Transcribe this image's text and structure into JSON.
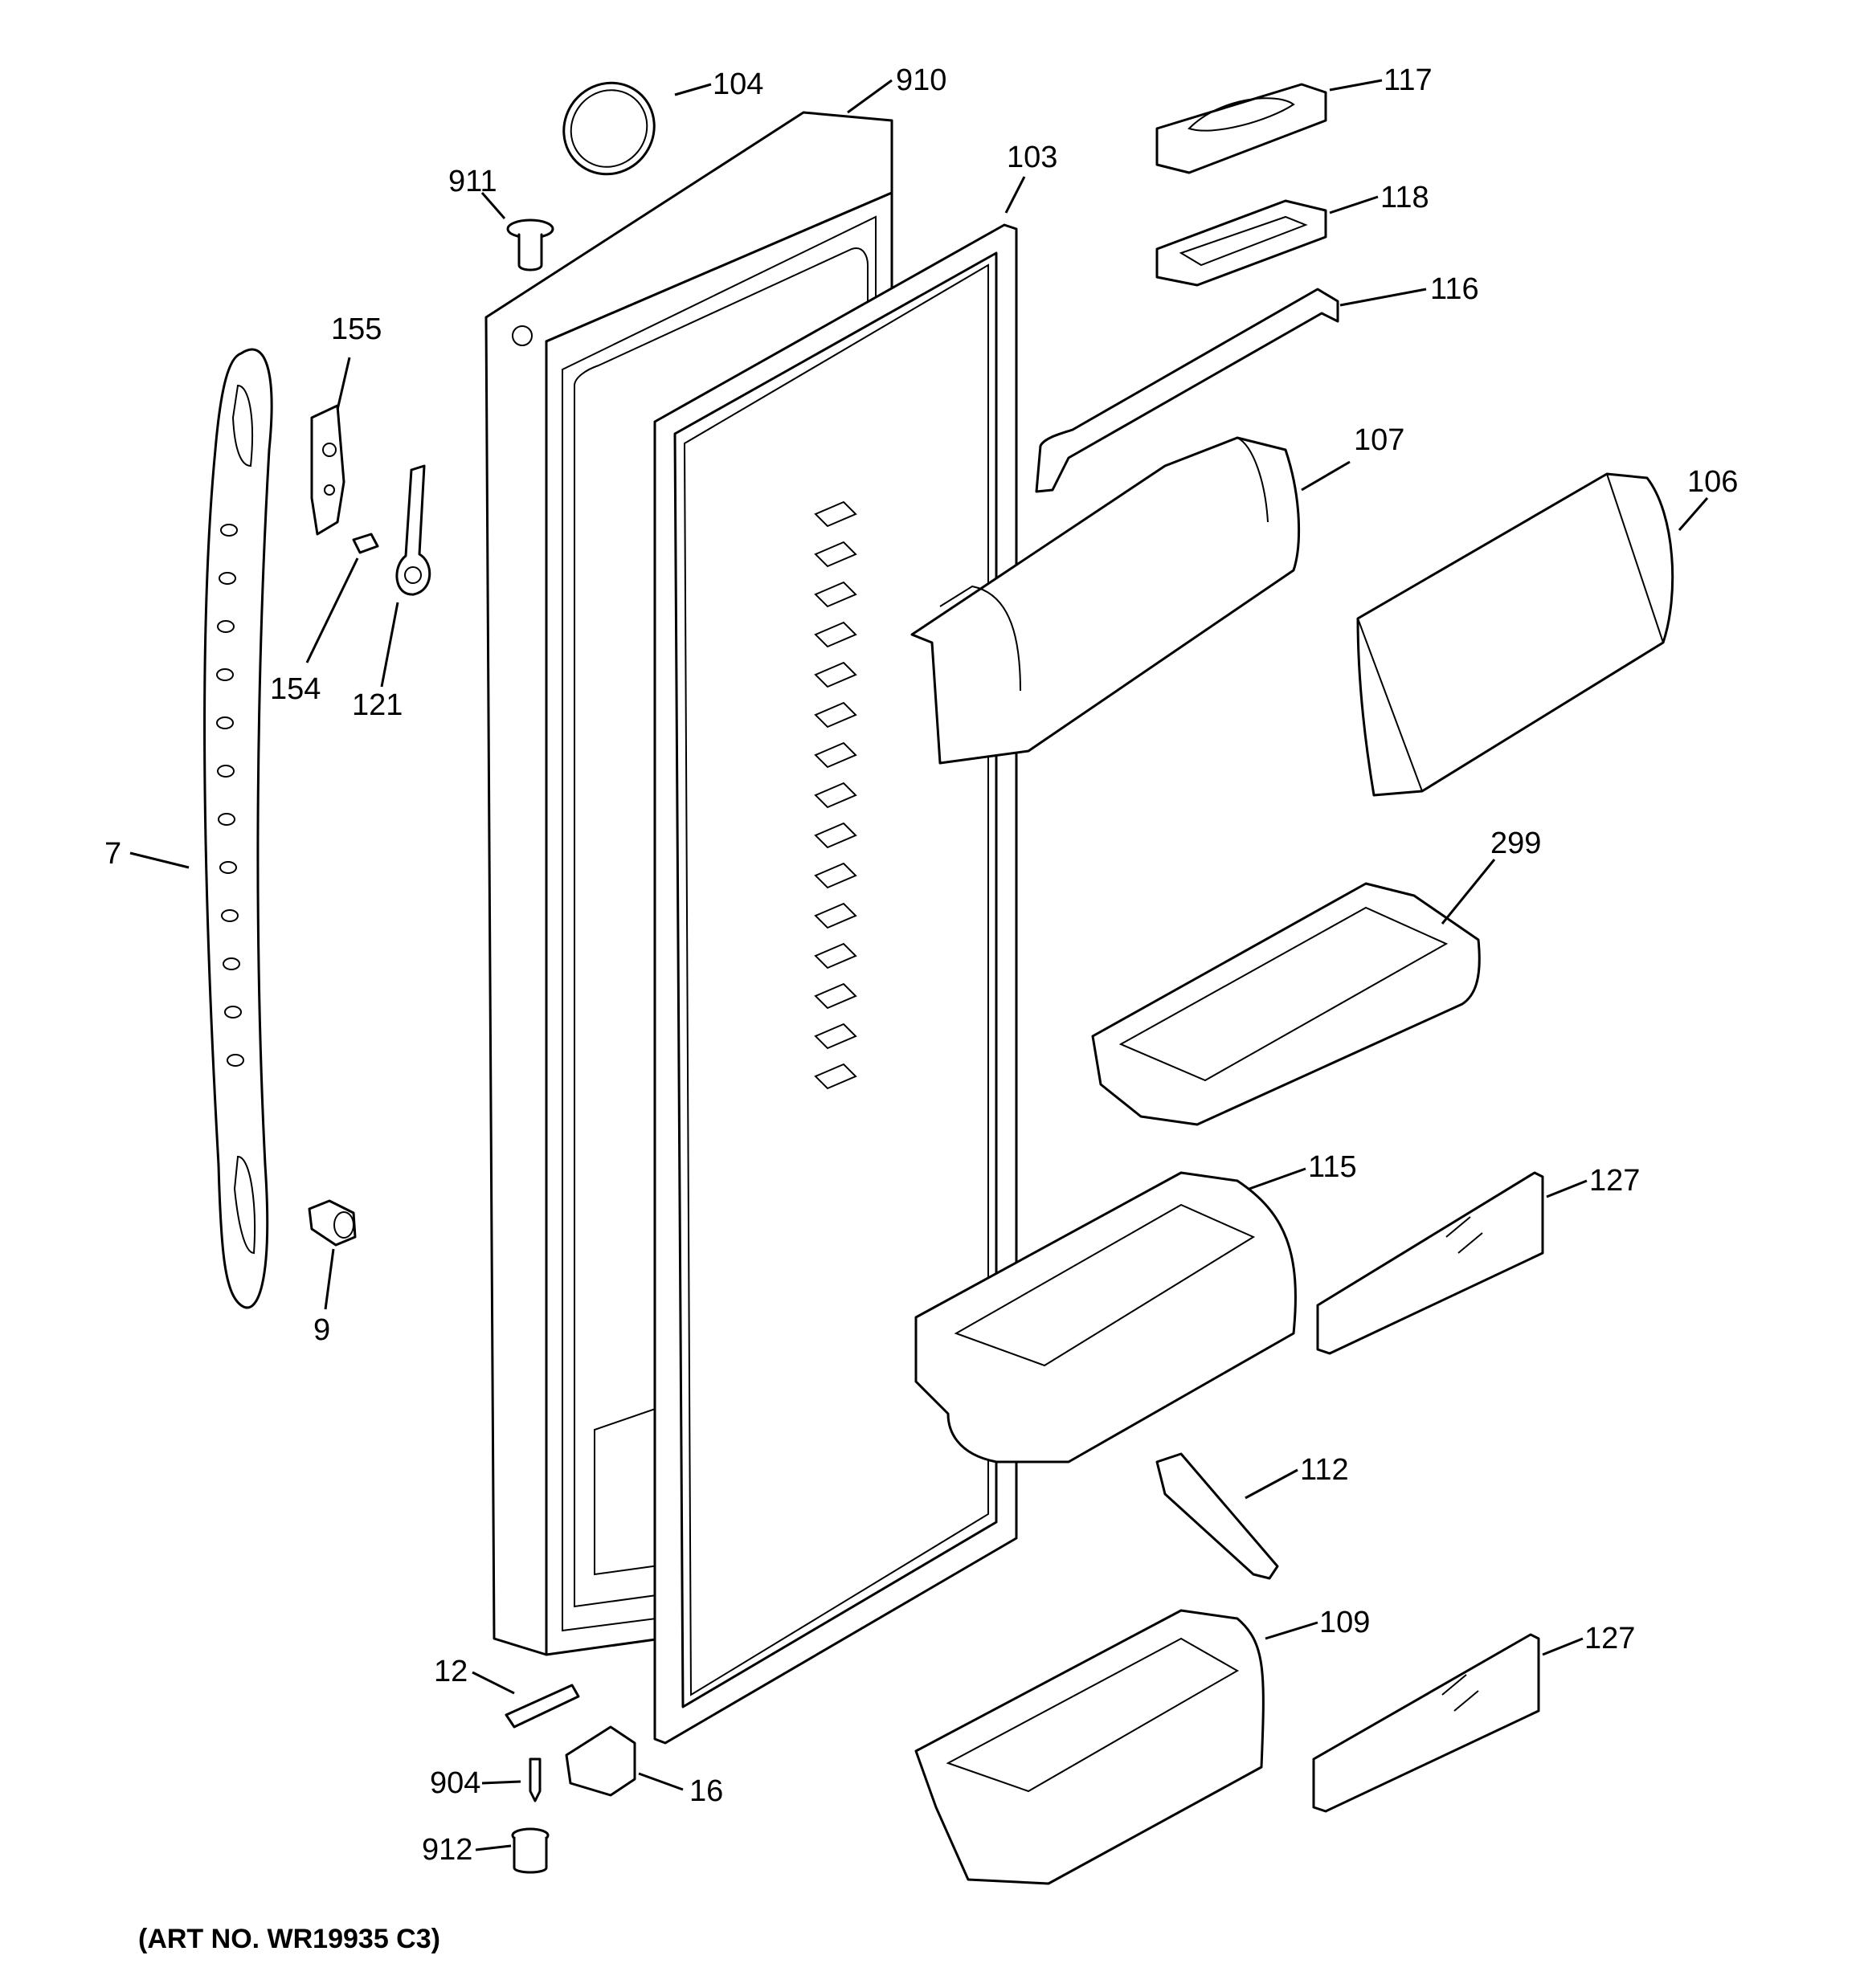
{
  "diagram": {
    "art_number": "(ART NO. WR19935 C3)",
    "callouts": {
      "c104": "104",
      "c910": "910",
      "c911": "911",
      "c103": "103",
      "c117": "117",
      "c118": "118",
      "c116": "116",
      "c155": "155",
      "c154": "154",
      "c121": "121",
      "c107": "107",
      "c106": "106",
      "c7": "7",
      "c299": "299",
      "c115": "115",
      "c127a": "127",
      "c9": "9",
      "c112": "112",
      "c109": "109",
      "c127b": "127",
      "c12": "12",
      "c904": "904",
      "c16": "16",
      "c912": "912"
    }
  }
}
